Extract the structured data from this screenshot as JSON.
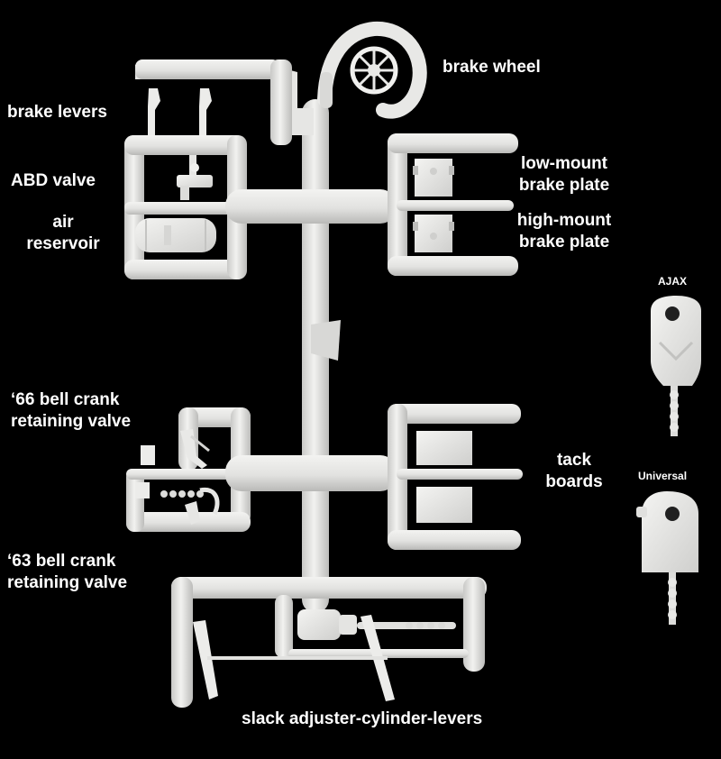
{
  "image": {
    "background_color": "#000000",
    "part_color": "#e9e9e7",
    "part_shadow_color": "#bdbdbb",
    "label_color": "#ffffff"
  },
  "labels": {
    "brake_wheel": "brake wheel",
    "brake_levers": "brake levers",
    "abd_valve": "ABD valve",
    "air_reservoir_line1": "air",
    "air_reservoir_line2": "reservoir",
    "low_mount_line1": "low-mount",
    "low_mount_line2": "brake plate",
    "high_mount_line1": "high-mount",
    "high_mount_line2": "brake plate",
    "bell_crank_66_line1": "‘66 bell crank",
    "bell_crank_66_line2": "retaining valve",
    "tack_boards_line1": "tack",
    "tack_boards_line2": "boards",
    "bell_crank_63_line1": "‘63 bell crank",
    "bell_crank_63_line2": "retaining valve",
    "slack_adjuster": "slack adjuster-cylinder-levers",
    "ajax": "AJAX",
    "universal": "Universal"
  }
}
